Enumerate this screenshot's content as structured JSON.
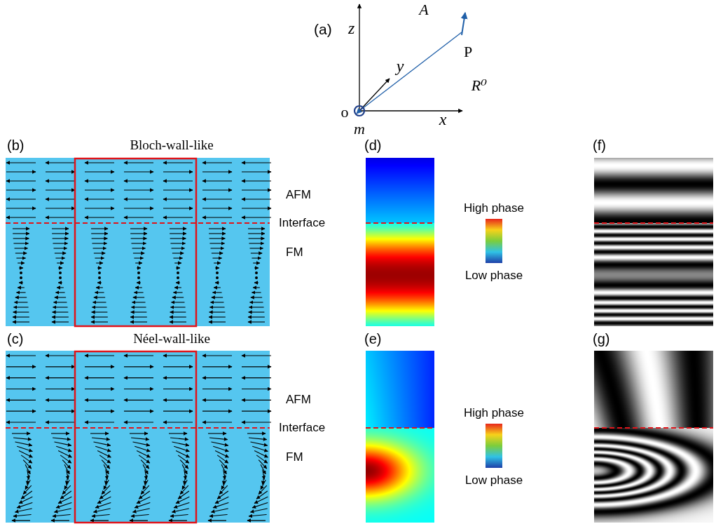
{
  "diagram": {
    "labels": [
      "(a)",
      "z",
      "A",
      "P",
      "y",
      "R⁰",
      "o",
      "x",
      "m",
      "(b)",
      "Bloch-wall-like",
      "(d)",
      "(f)",
      "AFM",
      "Interface",
      "FM",
      "High phase",
      "Low phase",
      "(c)",
      "Néel-wall-like",
      "(e)",
      "(g)",
      "AFM",
      "Interface",
      "FM",
      "High phase",
      "Low phase"
    ]
  }
}
